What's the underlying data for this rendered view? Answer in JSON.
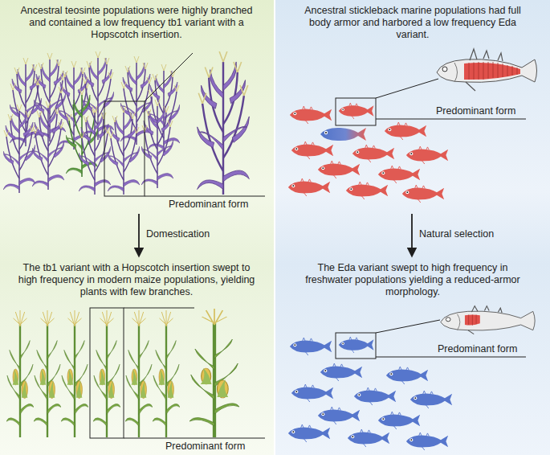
{
  "diagram": {
    "nodes": [
      {
        "text": [
          "Ancestral teosinte populations were highly branched and contained a low frequency tb1 variant with a Hopscotch insertion.",
          "The tb1 variant with a Hopscotch insertion swept to high frequency in modern maize populations, yielding plants with few branches."
        ]
      },
      {
        "text": [
          "Ancestral stickleback marine populations had full body armor and harbored a low frequency Eda variant.",
          "The Eda variant swept to high frequency in freshwater populations yielding a reduced-armor morphology."
        ]
      }
    ],
    "labels": [
      "Predominant form",
      "Domestication",
      "Predominant form",
      "Predominant form",
      "Natural selection",
      "Predominant form"
    ]
  }
}
